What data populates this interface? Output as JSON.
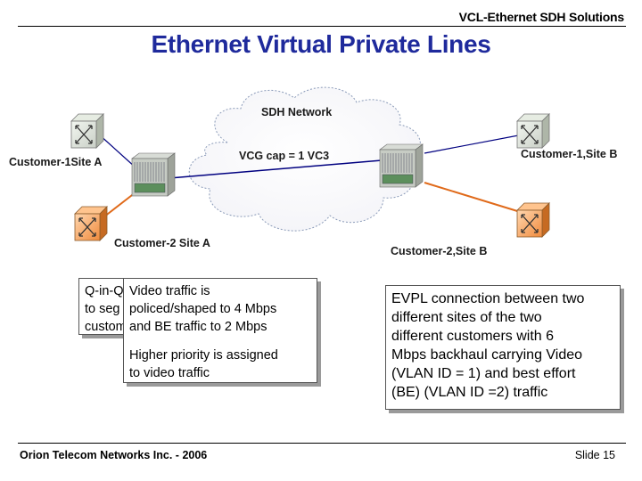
{
  "header": {
    "title": "VCL-Ethernet SDH Solutions"
  },
  "slide": {
    "title": "Ethernet Virtual Private Lines"
  },
  "diagram": {
    "network_label": "SDH Network",
    "vcg_label": "VCG cap = 1 VC3",
    "customer1_site_a": "Customer-1Site A",
    "customer2_site_a": "Customer-2 Site A",
    "customer1_site_b": "Customer-1,Site B",
    "customer2_site_b": "Customer-2,Site B",
    "colors": {
      "customer1_link": "#000080",
      "customer2_link": "#e06a1a",
      "wan_link": "#000080"
    }
  },
  "callouts": {
    "qinq": {
      "line1": "Q-in-Q",
      "line2": "to seg",
      "line3": "custom"
    },
    "video": {
      "line1": "Video traffic is",
      "line2": "policed/shaped to 4 Mbps",
      "line3": "and BE traffic to 2 Mbps",
      "line4": "Higher priority is assigned",
      "line5": "to video traffic"
    },
    "evpl": {
      "line1": "EVPL connection between two",
      "line2": "different sites of the two",
      "line3": "different customers with 6",
      "line4": "Mbps backhaul carrying Video",
      "line5": "(VLAN ID = 1) and best effort",
      "line6": "(BE) (VLAN ID =2) traffic"
    }
  },
  "footer": {
    "company": "Orion Telecom Networks Inc. - 2006",
    "slide_number": "Slide 15"
  }
}
